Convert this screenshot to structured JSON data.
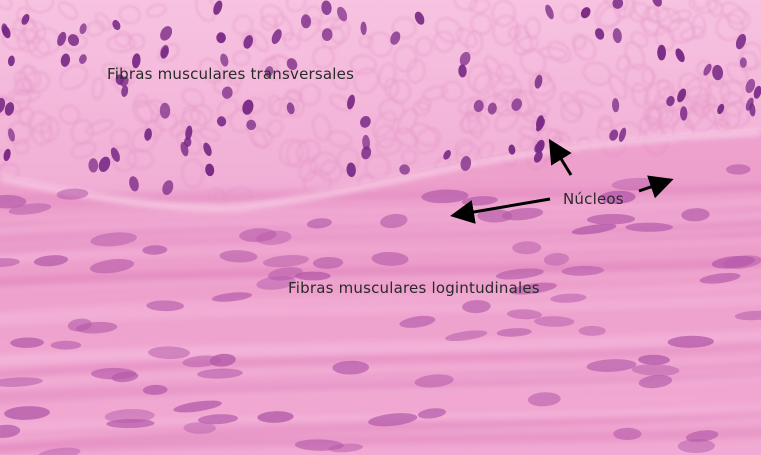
{
  "labels": {
    "transverse": "Fibras musculares transversales",
    "longitudinal": "Fibras musculares logintudinales",
    "nuclei": "Núcleos"
  },
  "colors": {
    "tissue_light": "#f4b6da",
    "tissue_mid": "#ec9ccc",
    "tissue_dark": "#e189c0",
    "nucleus_transverse": "#7a2a86",
    "nucleus_longitudinal": "#b45aa9",
    "text": "#2a2a2a",
    "arrow": "#000000"
  }
}
